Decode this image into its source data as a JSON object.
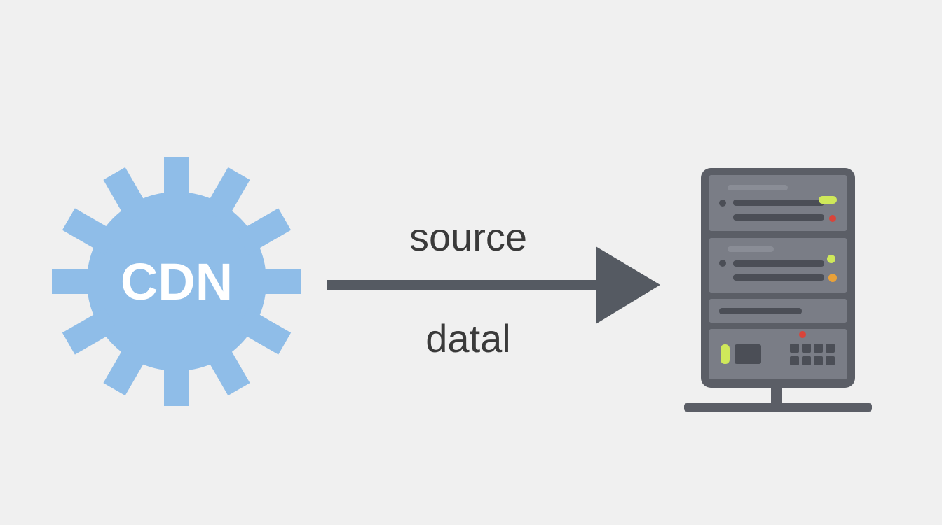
{
  "colors": {
    "background": "#f0f0f0",
    "cdn_fill": "#8fbde8",
    "cdn_text": "#ffffff",
    "arrow": "#555a62",
    "label_text": "#3a3a3a",
    "server_frame": "#5b5e66",
    "server_panel": "#7a7d86",
    "server_bar": "#4b4e56",
    "led_green": "#cfe85a",
    "led_red": "#d9443a",
    "led_orange": "#e8a13a"
  },
  "icons": {
    "cdn": "gear-icon",
    "server": "server-rack-icon"
  },
  "diagram": {
    "cdn_label": "CDN",
    "arrow_label_top": "source",
    "arrow_label_bottom": "datal"
  }
}
